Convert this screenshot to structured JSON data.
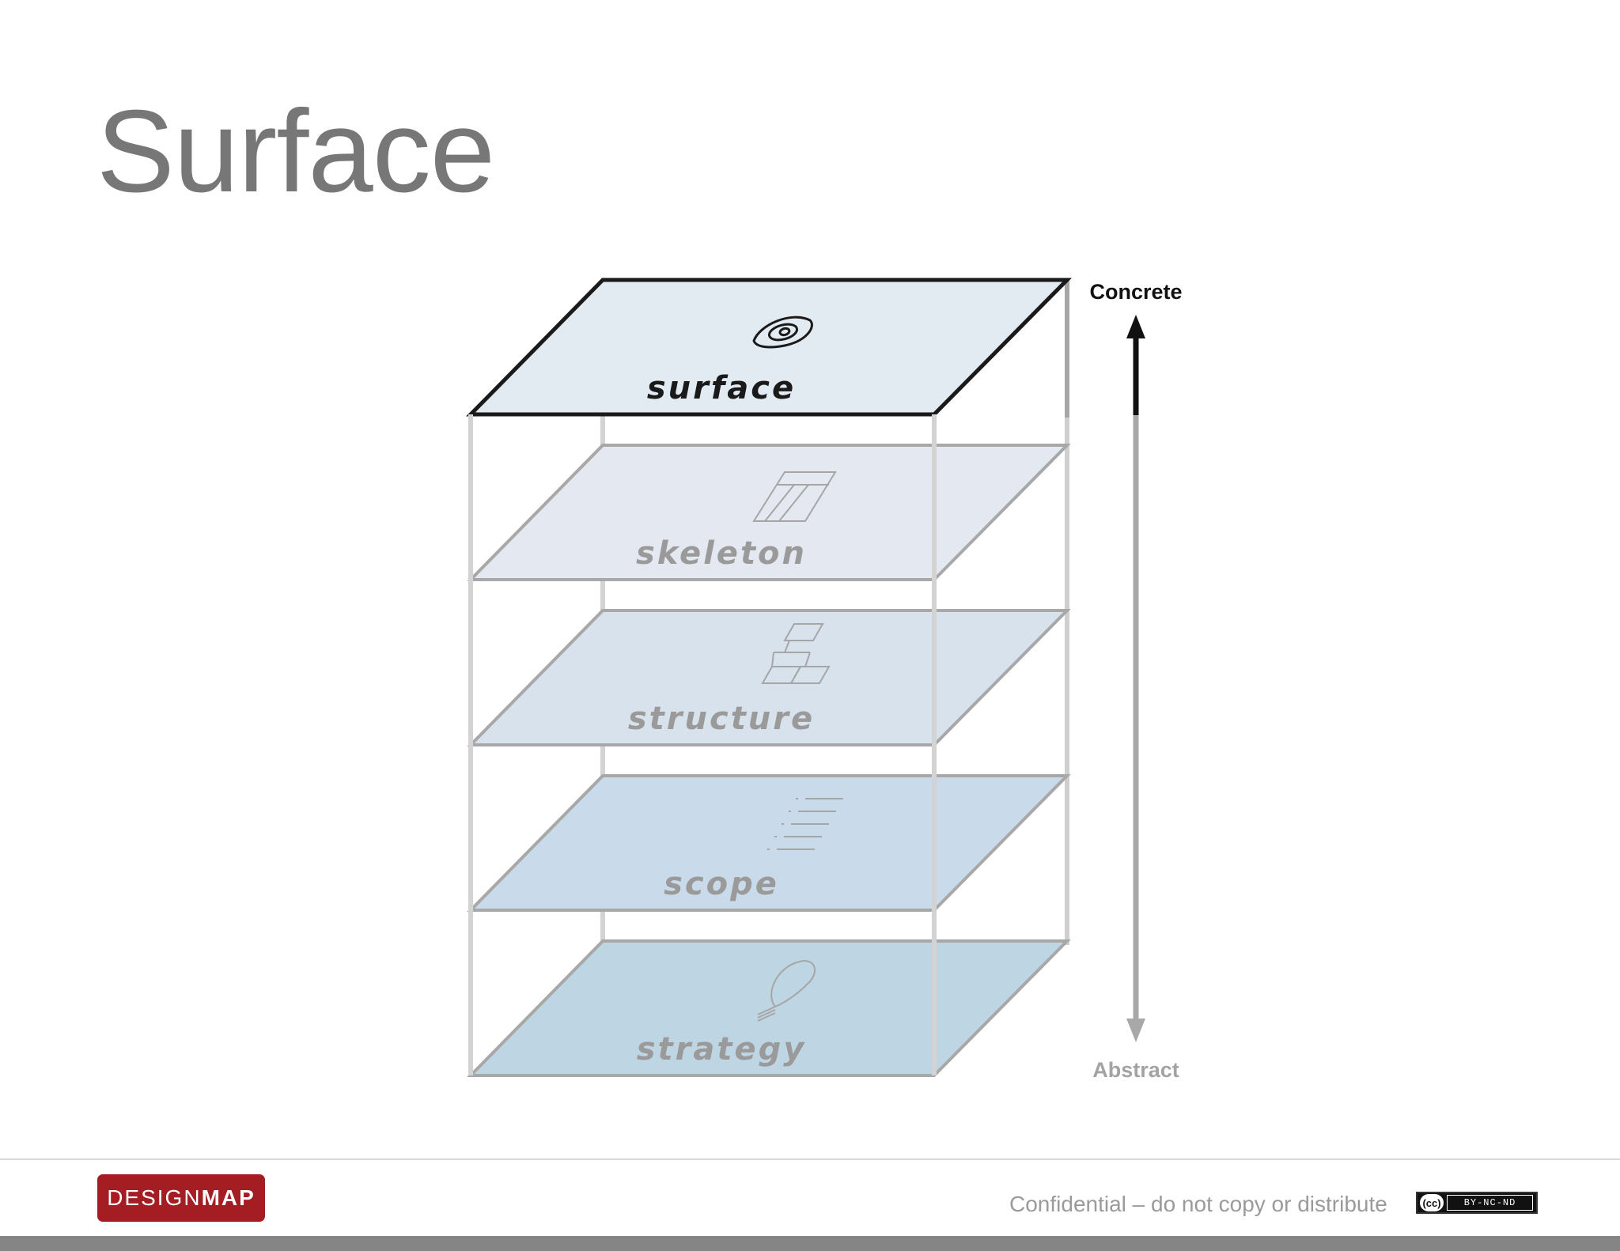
{
  "slide": {
    "title": "Surface"
  },
  "diagram": {
    "layers": [
      {
        "name": "surface",
        "icon": "eye-icon",
        "active": true,
        "fill": "#e2eaf2"
      },
      {
        "name": "skeleton",
        "icon": "wireframe-icon",
        "active": false,
        "fill": "#e4e9f1"
      },
      {
        "name": "structure",
        "icon": "sitemap-icon",
        "active": false,
        "fill": "#d8e2ec"
      },
      {
        "name": "scope",
        "icon": "list-icon",
        "active": false,
        "fill": "#c9dbeb"
      },
      {
        "name": "strategy",
        "icon": "lightbulb-icon",
        "active": false,
        "fill": "#bed5e3"
      }
    ],
    "axis": {
      "top_label": "Concrete",
      "bottom_label": "Abstract"
    },
    "colors": {
      "active_stroke": "#1a1a1a",
      "inactive_stroke": "#a8a8a8",
      "inactive_text": "#9a9a9a"
    }
  },
  "footer": {
    "logo_part1": "DESIGN",
    "logo_part2": "MAP",
    "confidential": "Confidential – do not copy or distribute",
    "license_cc": "(cc)",
    "license_text": "BY-NC-ND"
  }
}
